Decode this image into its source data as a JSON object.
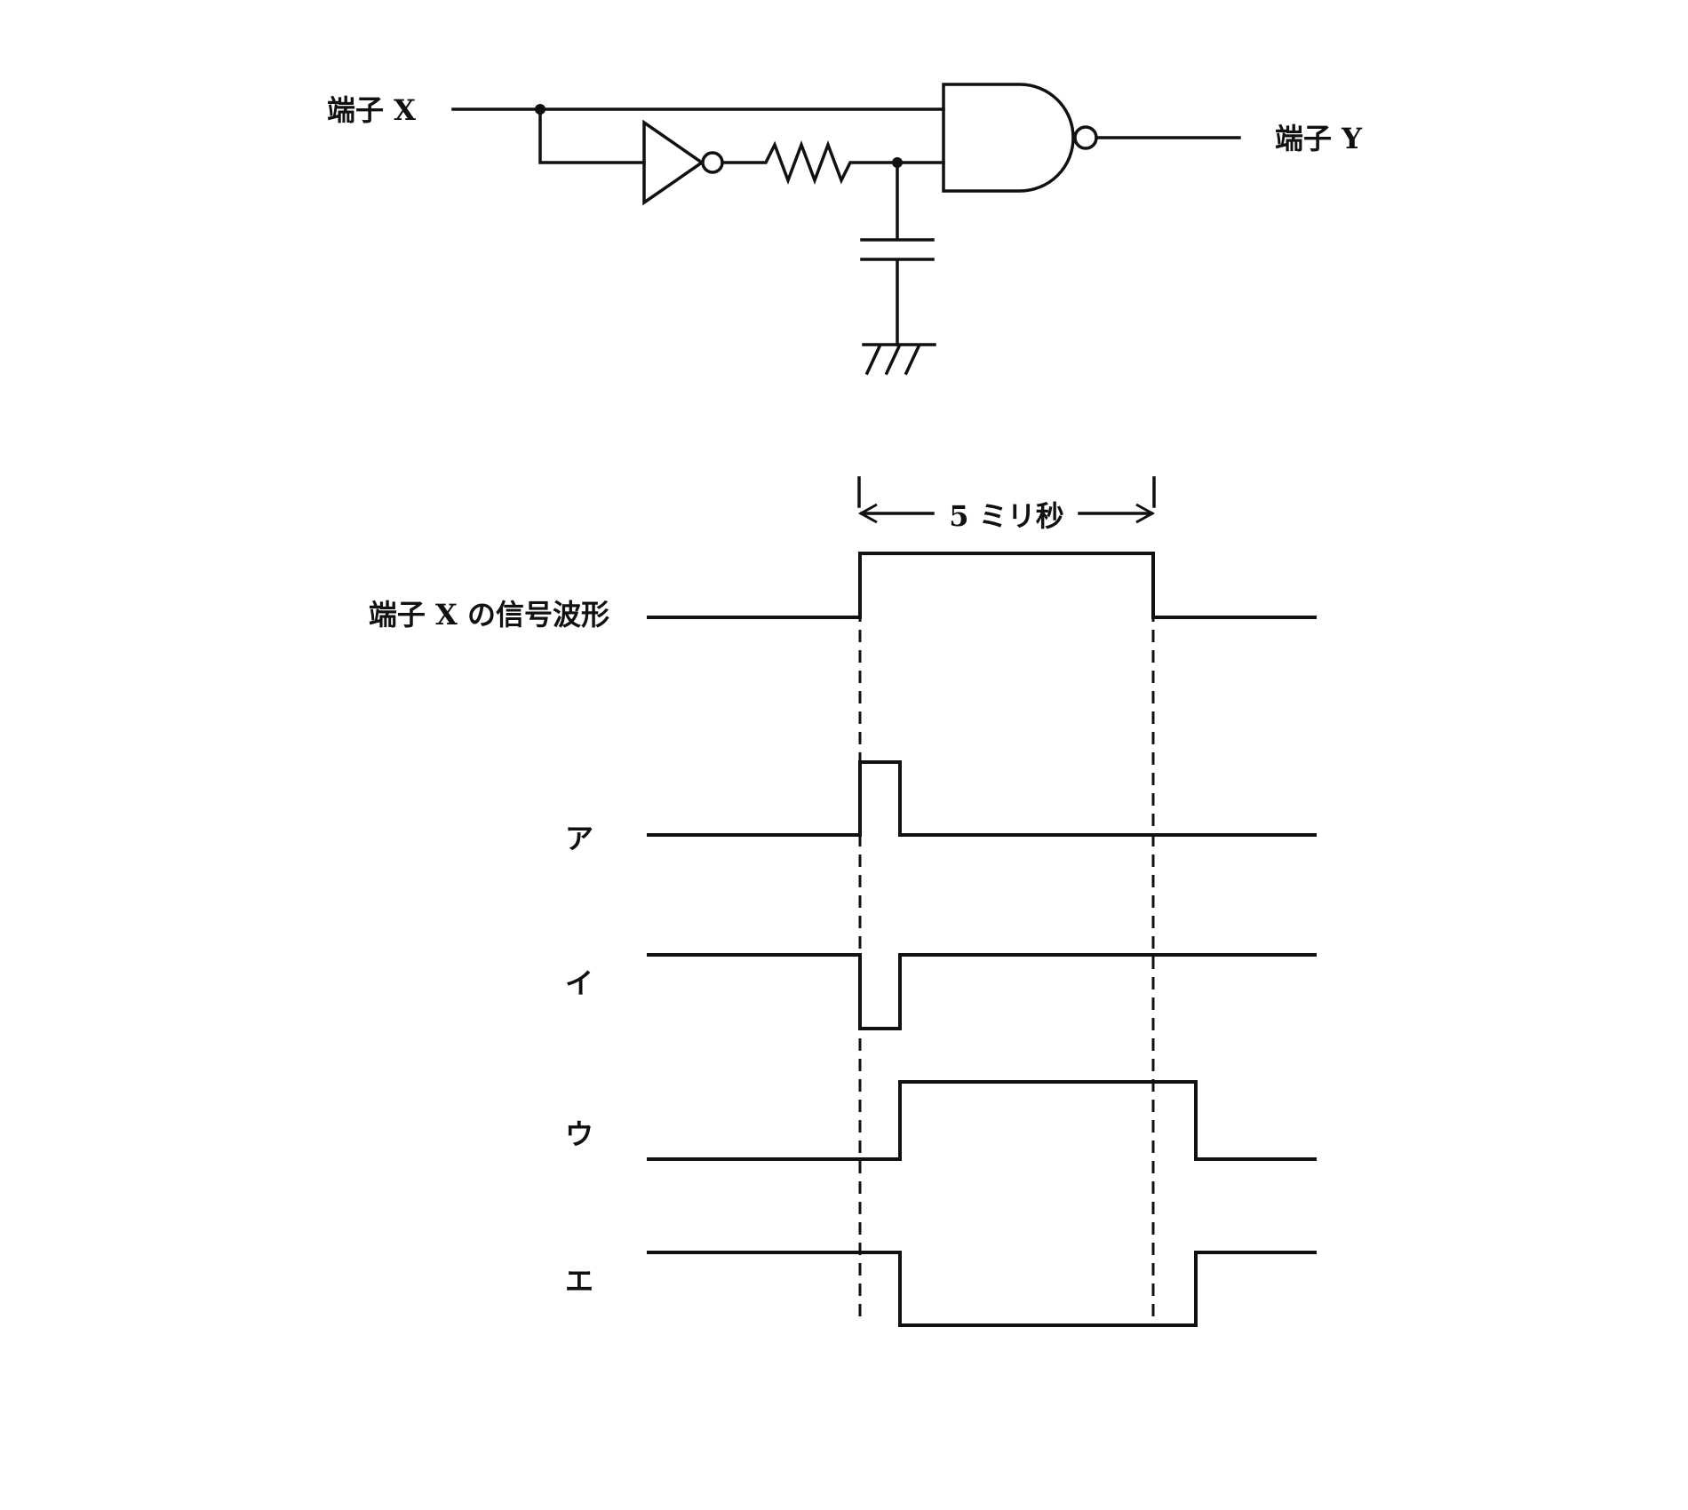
{
  "circuit": {
    "input_label": "端子 X",
    "output_label": "端子 Y"
  },
  "timing": {
    "pulse_width_label": "5 ミリ秒",
    "input_waveform_label": "端子 X の信号波形",
    "option_labels": [
      "ア",
      "イ",
      "ウ",
      "エ"
    ]
  }
}
